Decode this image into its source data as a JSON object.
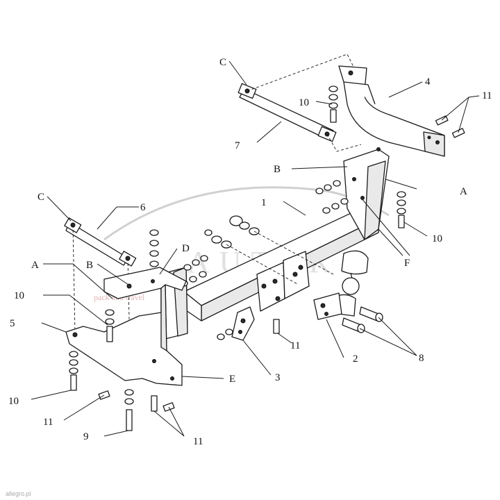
{
  "watermark": {
    "main": "AUTAKA",
    "sub": "pack and travel"
  },
  "credit": "allegro.pl",
  "callouts": {
    "c_top": "C",
    "c_left": "C",
    "a_left": "A",
    "a_right": "A",
    "b_left": "B",
    "b_right": "B",
    "d": "D",
    "e": "E",
    "f": "F",
    "p1": "1",
    "p2": "2",
    "p3": "3",
    "p4": "4",
    "p5": "5",
    "p6": "6",
    "p7": "7",
    "p8": "8",
    "p9": "9",
    "p10_top": "10",
    "p10_right": "10",
    "p10_left": "10",
    "p10_bottom": "10",
    "p11_top": "11",
    "p11_mid": "11",
    "p11_left": "11",
    "p11_bottom": "11"
  }
}
